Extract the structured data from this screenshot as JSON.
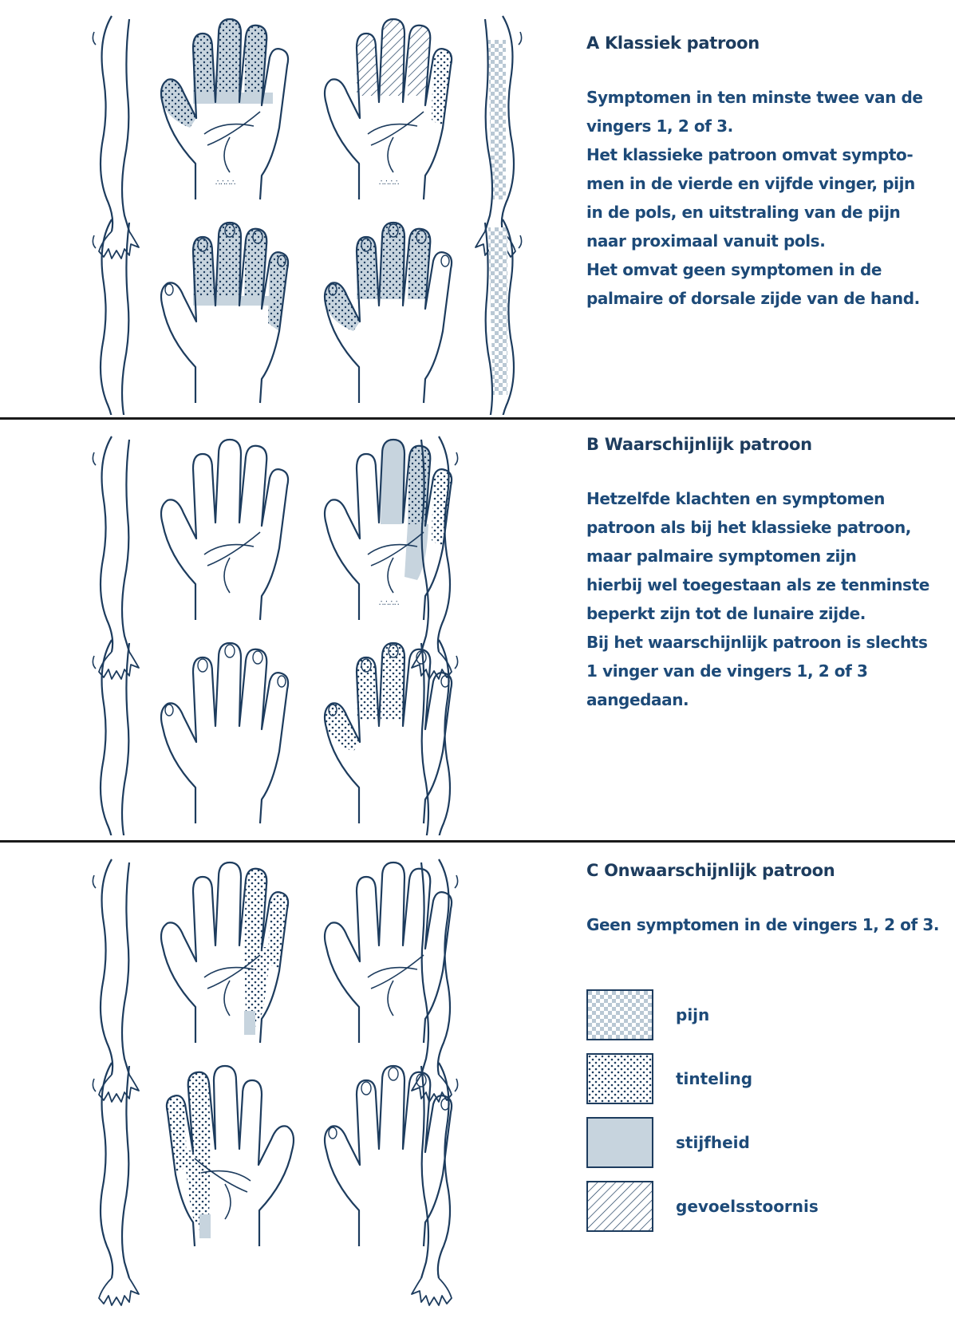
{
  "sections": [
    {
      "title": "A Klassiek patroon",
      "lines": [
        "Symptomen in ten minste twee van de",
        "vingers 1, 2 of 3.",
        "Het klassieke patroon omvat sympto-",
        "men in de vierde en vijfde vinger, pijn",
        "in de pols, en uitstraling van de pijn",
        "naar proximaal vanuit pols.",
        "Het omvat geen symptomen in de",
        "palmaire of dorsale zijde van de hand."
      ]
    },
    {
      "title": "B Waarschijnlijk patroon",
      "lines": [
        "Hetzelfde klachten en symptomen",
        "patroon als bij het klassieke patroon,",
        "maar palmaire symptomen zijn",
        "hierbij wel toegestaan als ze tenminste",
        "beperkt zijn tot de lunaire zijde.",
        "Bij het waarschijnlijk patroon is slechts",
        "1 vinger van de vingers 1, 2 of 3",
        "aangedaan."
      ]
    },
    {
      "title": "C Onwaarschijnlijk patroon",
      "lines": [
        "Geen symptomen in de vingers 1, 2 of 3."
      ]
    }
  ],
  "legend": [
    {
      "label": "pijn",
      "pattern": "checker"
    },
    {
      "label": "tinteling",
      "pattern": "dots"
    },
    {
      "label": "stijfheid",
      "pattern": "solid"
    },
    {
      "label": "gevoelsstoornis",
      "pattern": "hatch"
    }
  ],
  "colors": {
    "ink": "#1d3c5e",
    "text": "#1d4a78",
    "fill": "#c7d4de",
    "rule": "#1a1a1a"
  }
}
